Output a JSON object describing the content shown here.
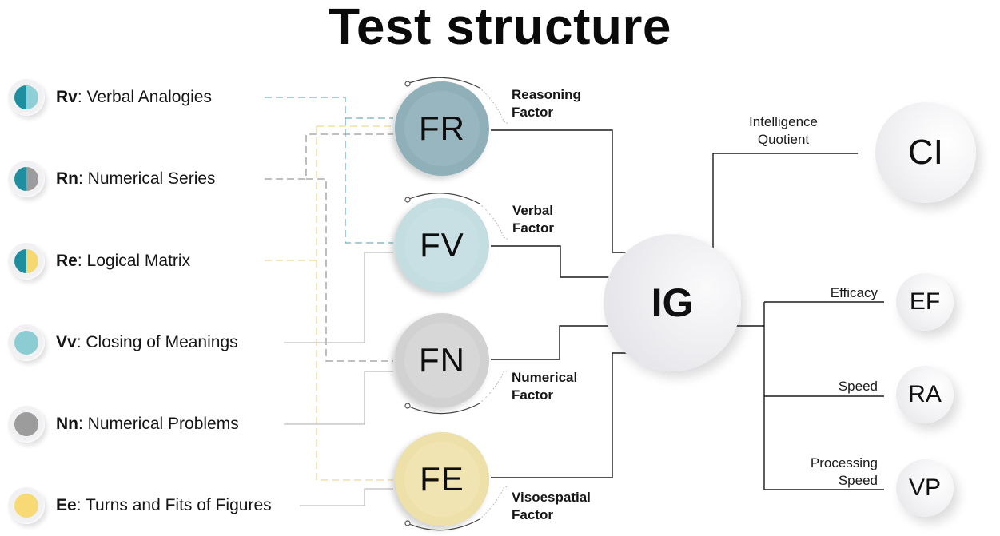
{
  "title": "Test structure",
  "tests": [
    {
      "code": "Rv",
      "name": "Verbal Analogies",
      "colors": [
        "#1f8fa0",
        "#8fcfd6"
      ]
    },
    {
      "code": "Rn",
      "name": "Numerical Series",
      "colors": [
        "#1f8fa0",
        "#9c9c9c"
      ]
    },
    {
      "code": "Re",
      "name": "Logical Matrix",
      "colors": [
        "#1f8fa0",
        "#f5d872"
      ]
    },
    {
      "code": "Vv",
      "name": "Closing of Meanings",
      "colors": [
        "#8ccdd4",
        "#8ccdd4"
      ]
    },
    {
      "code": "Nn",
      "name": "Numerical Problems",
      "colors": [
        "#9c9c9c",
        "#9c9c9c"
      ]
    },
    {
      "code": "Ee",
      "name": "Turns and Fits of Figures",
      "colors": [
        "#f7da75",
        "#f7da75"
      ]
    }
  ],
  "factors": [
    {
      "code": "FR",
      "label_line1": "Reasoning",
      "label_line2": "Factor",
      "color": "#8fb0b9"
    },
    {
      "code": "FV",
      "label_line1": "Verbal",
      "label_line2": "Factor",
      "color": "#c3dde1"
    },
    {
      "code": "FN",
      "label_line1": "Numerical",
      "label_line2": "Factor",
      "color": "#d3d3d4"
    },
    {
      "code": "FE",
      "label_line1": "Visoespatial",
      "label_line2": "Factor",
      "color": "#eee2ae"
    }
  ],
  "general": {
    "code": "IG"
  },
  "outputs": [
    {
      "code": "CI",
      "label_line1": "Intelligence",
      "label_line2": "Quotient"
    },
    {
      "code": "EF",
      "label_line1": "",
      "label_line2": "Efficacy"
    },
    {
      "code": "RA",
      "label_line1": "",
      "label_line2": "Speed"
    },
    {
      "code": "VP",
      "label_line1": "Processing",
      "label_line2": "Speed"
    }
  ],
  "colors": {
    "reasoning_link": "#6fb2bf",
    "numerical_link": "#9a9a9a",
    "spatial_link": "#efd98a",
    "solid_link": "#bdbdbd",
    "main_link": "#1a1a1a"
  }
}
